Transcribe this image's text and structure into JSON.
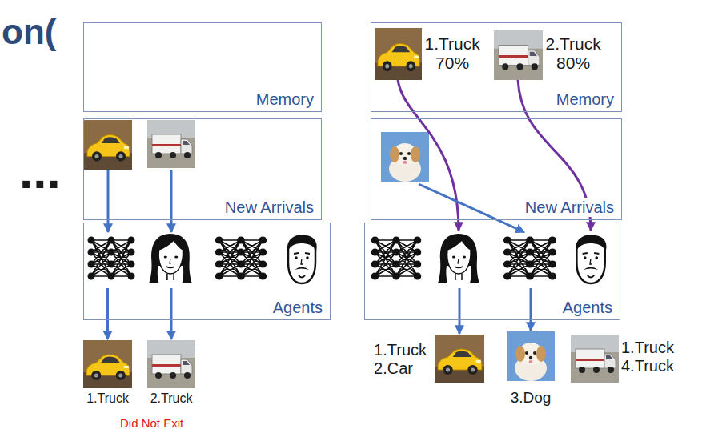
{
  "diagram": {
    "title": "on(",
    "nodes": [
      {
        "text": [
          "Memory"
        ]
      },
      {
        "text": [
          "New Arrivals"
        ]
      },
      {
        "text": [
          "Agents"
        ]
      },
      {
        "text": [
          "1.Truck"
        ]
      },
      {
        "text": [
          "2.Truck"
        ]
      },
      {
        "text": [
          "Memory"
        ]
      },
      {
        "text": [
          "1.Truck 70%"
        ],
        "in": 5
      },
      {
        "text": [
          "2.Truck 80%"
        ],
        "in": 5
      },
      {
        "text": [
          "New Arrivals"
        ]
      },
      {
        "text": [
          "Agents"
        ]
      },
      {
        "text": [
          "1.Truck 2.Car"
        ]
      },
      {
        "text": [
          "3.Dog"
        ]
      },
      {
        "text": [
          "1.Truck 4.Truck"
        ]
      }
    ],
    "edges": [
      {
        "from": 1,
        "to": 2,
        "arrow": "to"
      },
      {
        "from": 1,
        "to": 2,
        "arrow": "to"
      },
      {
        "from": 2,
        "to": 3,
        "arrow": "to"
      },
      {
        "from": 2,
        "to": 4,
        "arrow": "to"
      },
      {
        "from": 6,
        "to": 9,
        "arrow": "to"
      },
      {
        "from": 7,
        "to": 9,
        "arrow": "to"
      },
      {
        "from": 8,
        "to": 9,
        "arrow": "to"
      },
      {
        "from": 9,
        "to": 10,
        "arrow": "to"
      },
      {
        "from": 9,
        "to": 11,
        "arrow": "to"
      }
    ],
    "labels": [
      "...",
      "Did Not Exit"
    ]
  }
}
